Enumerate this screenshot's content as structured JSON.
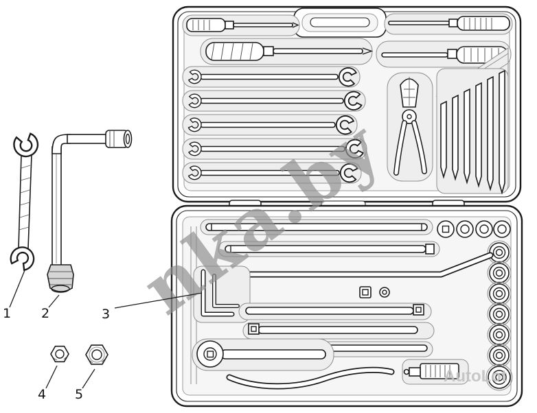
{
  "figure": {
    "callouts": [
      {
        "label": "1"
      },
      {
        "label": "2"
      },
      {
        "label": "3"
      },
      {
        "label": "4"
      },
      {
        "label": "5"
      }
    ],
    "watermark_diagonal": {
      "text": "nka.by",
      "color": "#8f8f8f"
    },
    "watermark_corner": {
      "text": "AutoLot",
      "color": "#c2c2c2"
    }
  }
}
